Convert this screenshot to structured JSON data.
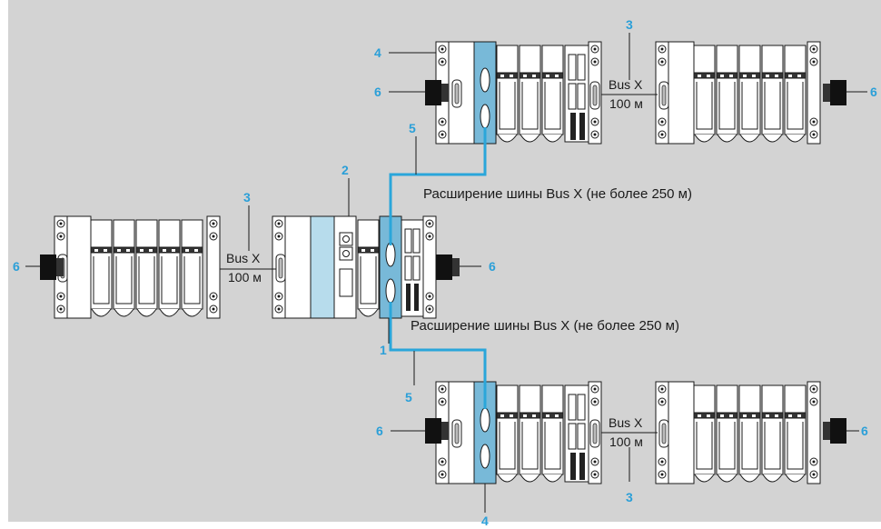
{
  "colors": {
    "background": "#d3d3d3",
    "callout": "#2a9fd8",
    "bus_cable": "#2aa6da",
    "highlight_module": "#78b9d8",
    "rack_body": "#ffffff",
    "rack_stroke": "#1a1a1a"
  },
  "callouts": {
    "one": "1",
    "two": "2",
    "three": "3",
    "four": "4",
    "five": "5",
    "six": "6"
  },
  "labels": {
    "bus_x": "Bus X",
    "length_100m": "100 м",
    "extension": "Расширение шины Bus X (не более 250 м)"
  },
  "icons": {
    "rack": "plc-rack-icon",
    "terminator": "line-terminator-icon",
    "connector": "sub-d-connector-icon"
  }
}
